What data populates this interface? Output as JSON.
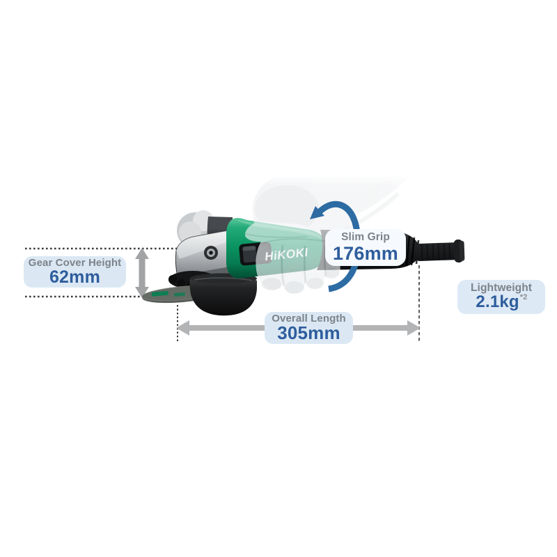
{
  "product": {
    "brand_logo": "HiKOKI",
    "description": "angle grinder held by gloved hand"
  },
  "annotations": {
    "gear_cover_height": {
      "label": "Gear Cover Height",
      "value": "62mm"
    },
    "slim_grip": {
      "label": "Slim Grip",
      "value": "176mm"
    },
    "overall_length": {
      "label": "Overall Length",
      "value": "305mm"
    },
    "lightweight": {
      "label": "Lightweight",
      "value": "2.1kg",
      "footnote": "*2"
    }
  },
  "colors": {
    "brand_green": "#0b9663",
    "value_blue": "#2e5d9d",
    "label_gray": "#7b8289",
    "badge_background": "#dbe8f4",
    "grip_badge_background": "#f6f9fd",
    "dimension_arrow_gray": "#a9abad",
    "dotted_line_gray": "#3c3c3c",
    "rotation_arrow_blue": "#2d6ba3",
    "housing_black": "#17181a",
    "glove_white": "#eef1f2",
    "background": "#ffffff"
  }
}
